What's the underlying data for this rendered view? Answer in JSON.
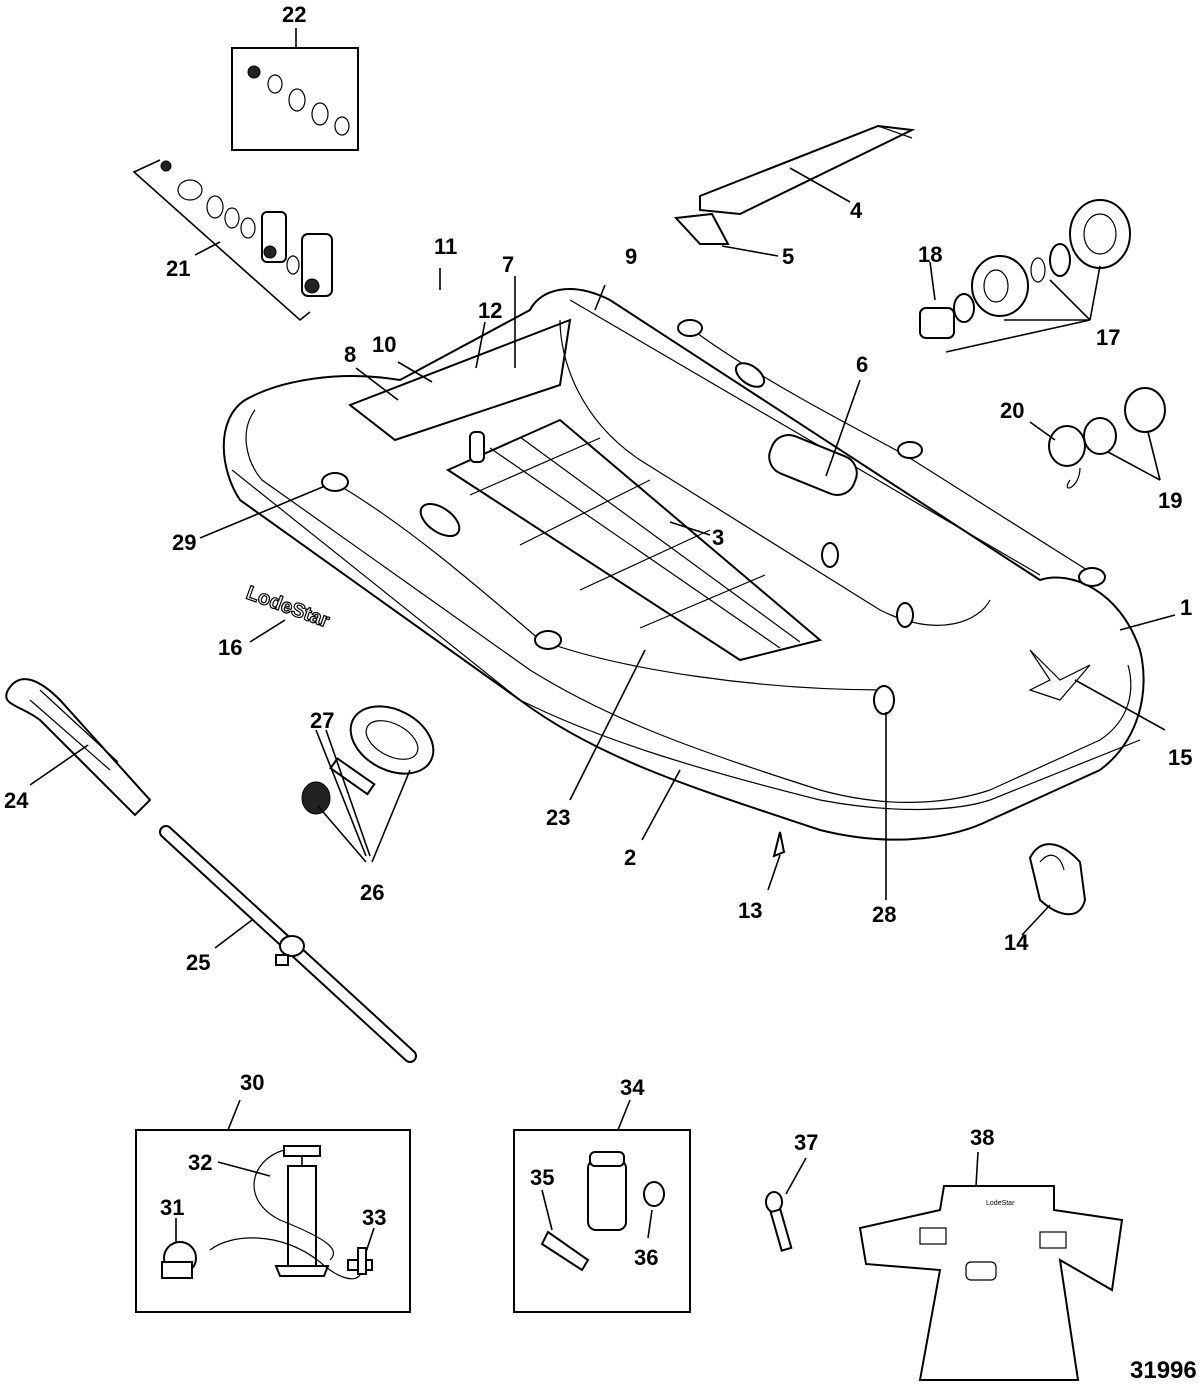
{
  "figure_number": "31996",
  "brand_text": "LodeStar",
  "callouts": {
    "c1": "1",
    "c2": "2",
    "c3": "3",
    "c4": "4",
    "c5": "5",
    "c6": "6",
    "c7": "7",
    "c8": "8",
    "c9": "9",
    "c10": "10",
    "c11": "11",
    "c12": "12",
    "c13": "13",
    "c14": "14",
    "c15": "15",
    "c16": "16",
    "c17": "17",
    "c18": "18",
    "c19": "19",
    "c20": "20",
    "c21": "21",
    "c22": "22",
    "c23": "23",
    "c24": "24",
    "c25": "25",
    "c26": "26",
    "c27": "27",
    "c28": "28",
    "c29": "29",
    "c30": "30",
    "c31": "31",
    "c32": "32",
    "c33": "33",
    "c34": "34",
    "c35": "35",
    "c36": "36",
    "c37": "37",
    "c38": "38"
  },
  "small_labels": {
    "cover_logo": "LodeStar"
  }
}
